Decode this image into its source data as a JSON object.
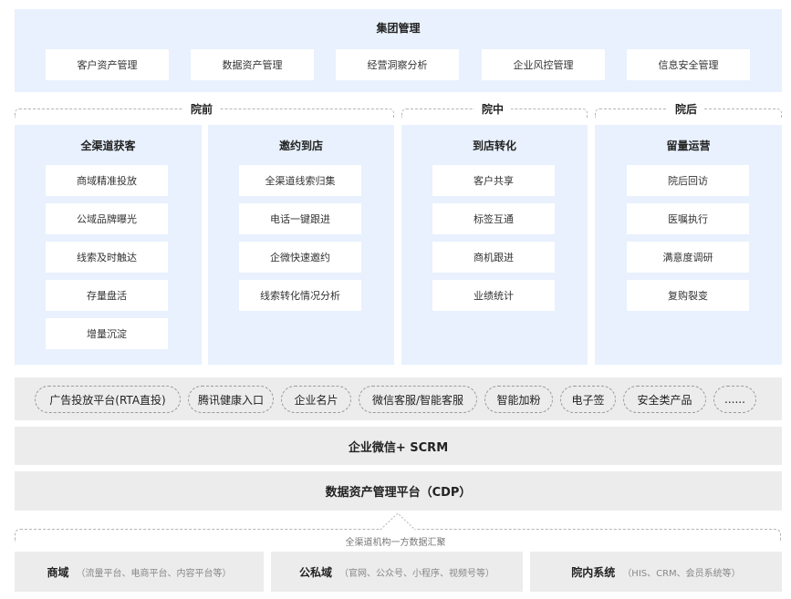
{
  "group": {
    "title": "集团管理",
    "items": [
      "客户资产管理",
      "数据资产管理",
      "经营洞察分析",
      "企业风控管理",
      "信息安全管理"
    ]
  },
  "stages": {
    "before": "院前",
    "during": "院中",
    "after": "院后"
  },
  "columns": [
    {
      "title": "全渠道获客",
      "items": [
        "商域精准投放",
        "公域品牌曝光",
        "线索及时触达",
        "存量盘活",
        "增量沉淀"
      ]
    },
    {
      "title": "邀约到店",
      "items": [
        "全渠道线索归集",
        "电话一键跟进",
        "企微快速邀约",
        "线索转化情况分析"
      ]
    },
    {
      "title": "到店转化",
      "items": [
        "客户共享",
        "标签互通",
        "商机跟进",
        "业绩统计"
      ]
    },
    {
      "title": "留量运营",
      "items": [
        "院后回访",
        "医嘱执行",
        "满意度调研",
        "复购裂变"
      ]
    }
  ],
  "tools": [
    "广告投放平台(RTA直投)",
    "腾讯健康入口",
    "企业名片",
    "微信客服/智能客服",
    "智能加粉",
    "电子签",
    "安全类产品",
    "......"
  ],
  "scrm": "企业微信+ SCRM",
  "cdp": "数据资产管理平台（CDP）",
  "aggregation": "全渠道机构一方数据汇聚",
  "sources": [
    {
      "name": "商域",
      "desc": "（流量平台、电商平台、内容平台等）"
    },
    {
      "name": "公私域",
      "desc": "（官网、公众号、小程序、视频号等）"
    },
    {
      "name": "院内系统",
      "desc": "（HIS、CRM、会员系统等）"
    }
  ],
  "colors": {
    "light_blue": "#e8f1fd",
    "light_gray": "#ececec",
    "dashed_border": "#b5b5b5"
  }
}
